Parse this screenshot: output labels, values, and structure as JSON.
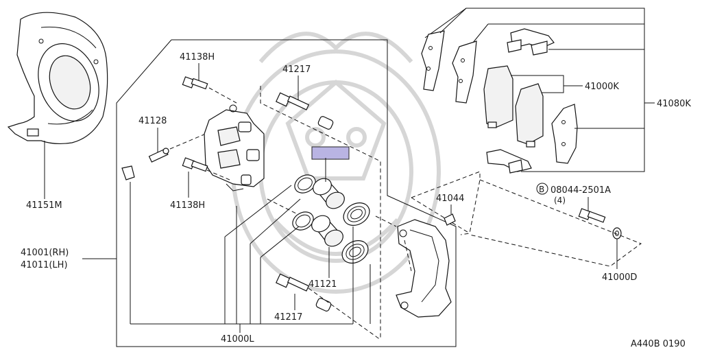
{
  "diagram": {
    "labels": {
      "p41151M": "41151M",
      "p41138H_top": "41138H",
      "p41138H_bottom": "41138H",
      "p41217_top": "41217",
      "p41217_bottom": "41217",
      "p41128": "41128",
      "p41001": "41001(RH)",
      "p41011": "41011(LH)",
      "p41000L": "41000L",
      "p41121": "41121",
      "p41044": "41044",
      "p41000K": "41000K",
      "p41080K": "41080K",
      "bolt_code": "08044-2501A",
      "bolt_badge": "B",
      "bolt_qty": "(4)",
      "p41000D": "41000D",
      "figure_code": "A440B 0190"
    }
  }
}
